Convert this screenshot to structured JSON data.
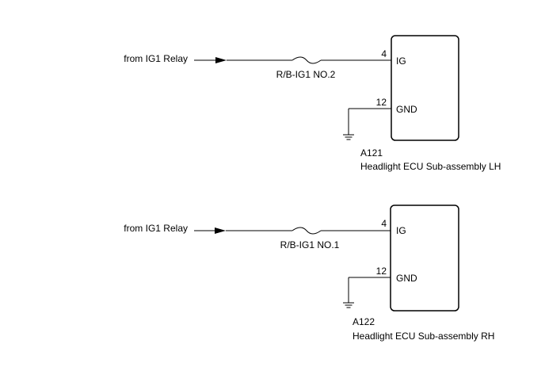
{
  "circuits": [
    {
      "source_label": "from IG1 Relay",
      "fuse_label": "R/B-IG1 NO.2",
      "connector_id": "A121",
      "component_name": "Headlight ECU Sub-assembly LH",
      "pins": [
        {
          "number": "4",
          "name": "IG"
        },
        {
          "number": "12",
          "name": "GND"
        }
      ]
    },
    {
      "source_label": "from IG1 Relay",
      "fuse_label": "R/B-IG1 NO.1",
      "connector_id": "A122",
      "component_name": "Headlight ECU Sub-assembly RH",
      "pins": [
        {
          "number": "4",
          "name": "IG"
        },
        {
          "number": "12",
          "name": "GND"
        }
      ]
    }
  ]
}
